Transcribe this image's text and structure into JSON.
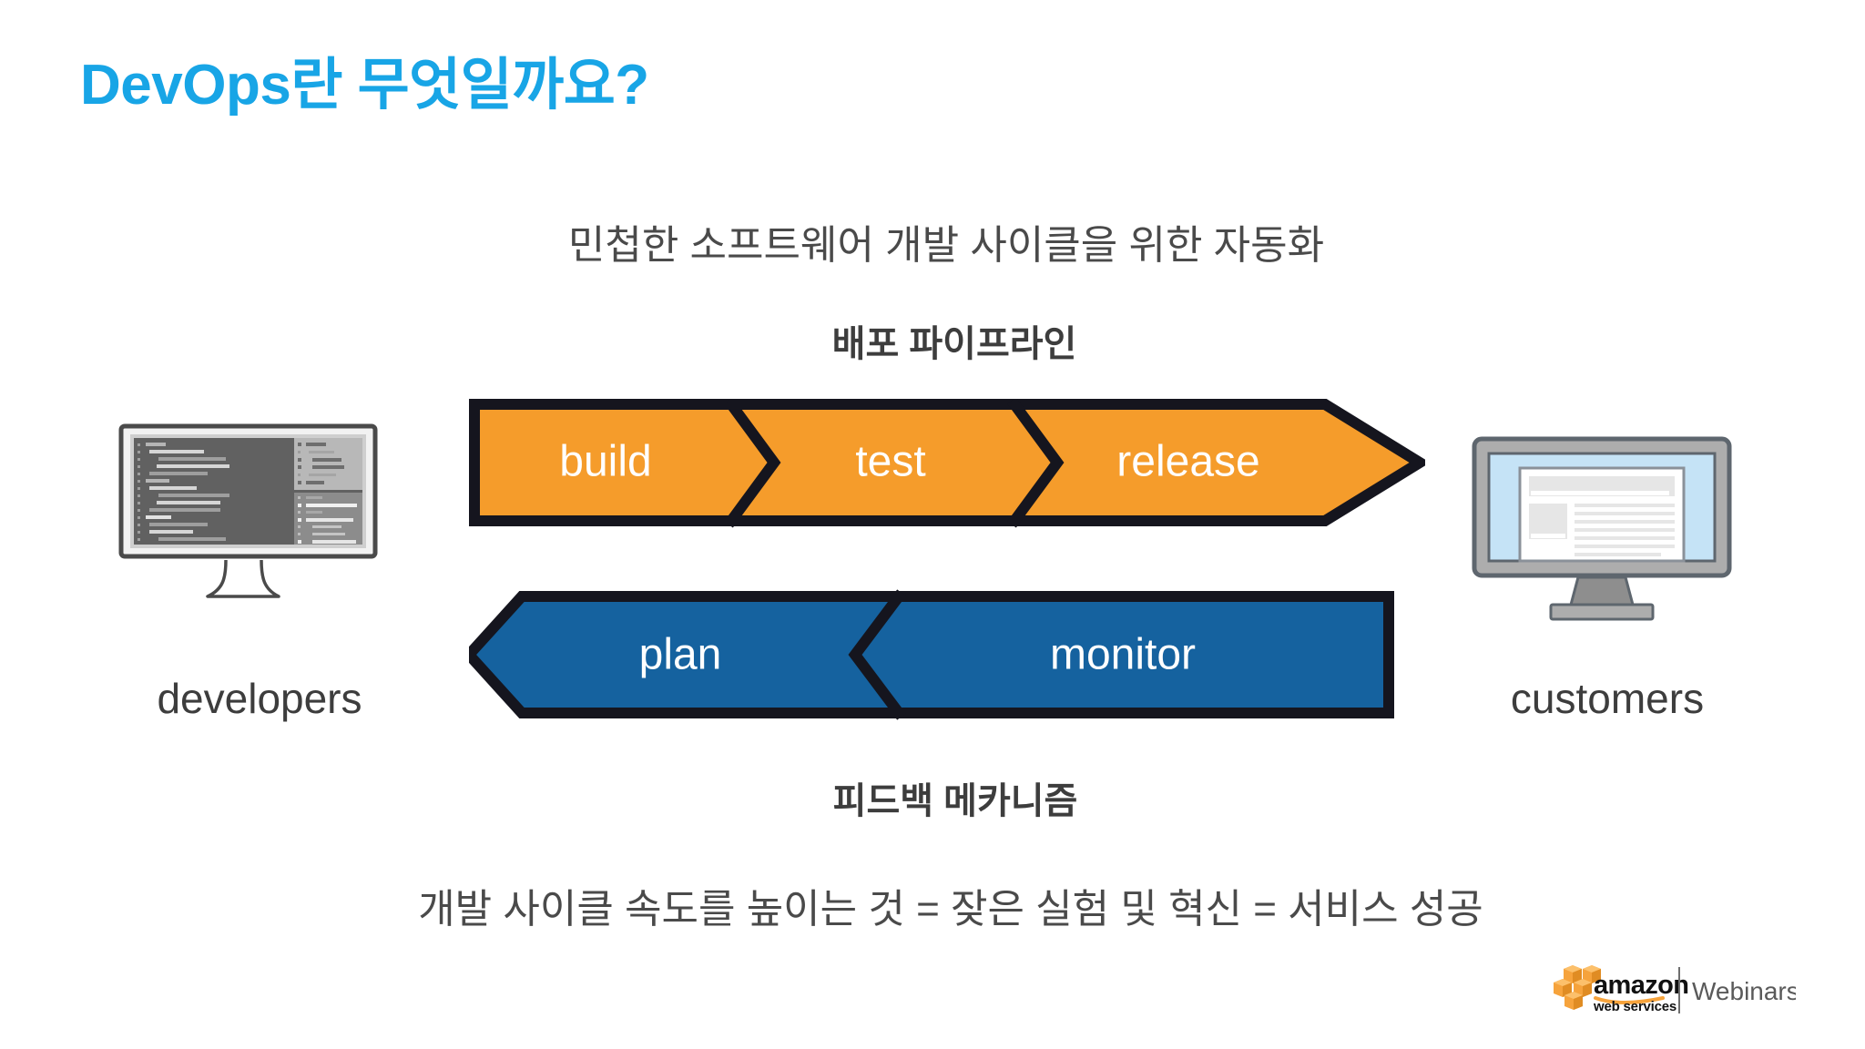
{
  "slide": {
    "title": "DevOps란 무엇일까요?",
    "title_color": "#18A5E6",
    "subtitle": "민첩한 소프트웨어 개발 사이클을 위한 자동화",
    "pipeline_caption": "배포 파이프라인",
    "feedback_caption": "피드백 메카니즘",
    "formula": "개발 사이클 속도를 높이는 것 = 잦은 실험 및 혁신 = 서비스 성공",
    "background_color": "#FFFFFF",
    "body_text_color": "#4A4A4A"
  },
  "pipeline": {
    "direction": "right",
    "fill_color": "#F59C2B",
    "stroke_color": "#15151E",
    "label_color": "#FFFFFF",
    "stages": [
      {
        "label": "build"
      },
      {
        "label": "test"
      },
      {
        "label": "release"
      }
    ]
  },
  "feedback": {
    "direction": "left",
    "fill_color": "#15629F",
    "stroke_color": "#15151E",
    "label_color": "#FFFFFF",
    "stages": [
      {
        "label": "plan"
      },
      {
        "label": "monitor"
      }
    ]
  },
  "personas": {
    "left": {
      "label": "developers",
      "icon": "developer-monitor-icon",
      "screen": "code-editor"
    },
    "right": {
      "label": "customers",
      "icon": "customer-monitor-icon",
      "screen": "web-page"
    }
  },
  "branding": {
    "amazon": "amazon",
    "web_services": "web services",
    "product": "Webinars",
    "cube_color": "#F6A33C",
    "product_color": "#5A5A5A"
  }
}
